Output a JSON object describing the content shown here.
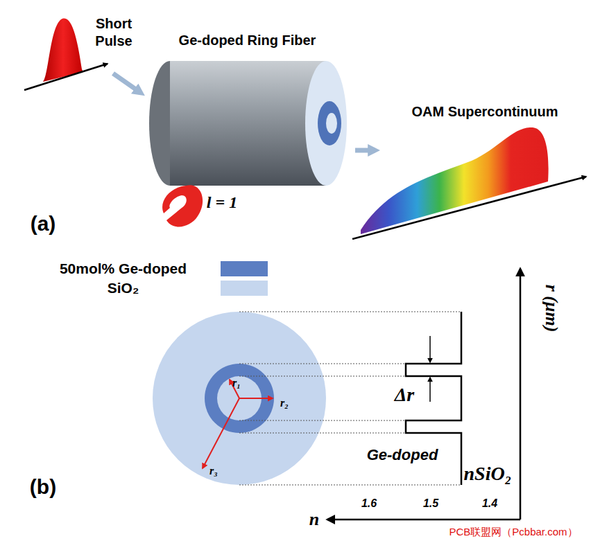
{
  "diagram": {
    "nodes": [
      {
        "text": [
          "Short Pulse"
        ]
      },
      {
        "text": [
          "Ge-doped Ring Fiber"
        ]
      },
      {
        "text": [
          "OAM Supercontinuum"
        ]
      }
    ],
    "edges": [
      {
        "from": 0,
        "to": 1,
        "arrow": "to"
      },
      {
        "from": 1,
        "to": 2,
        "arrow": "to"
      }
    ],
    "labels": [
      "l = 1",
      "(a)",
      "r₁",
      "r₂",
      "r₃",
      "Δr",
      "Ge-doped",
      "nSiO₂",
      "r (μm)",
      "(b)",
      "n",
      "1.6",
      "1.5",
      "1.4",
      "PCB联盟网（Pcbbar.com）"
    ],
    "legend": [
      {
        "text": "50mol% Ge-doped",
        "color": "#5b7ec2"
      },
      {
        "text": "SiO₂",
        "color": "#c5d6ee"
      }
    ]
  }
}
